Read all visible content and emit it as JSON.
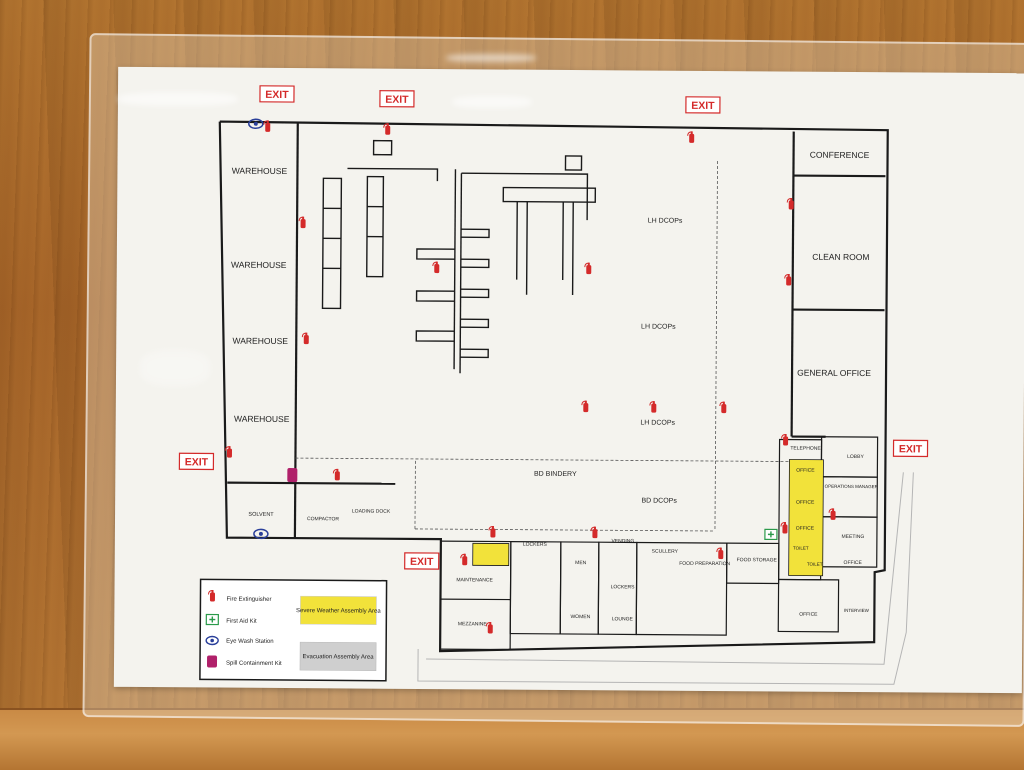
{
  "exits": {
    "label": "EXIT"
  },
  "rooms": {
    "warehouse": "WAREHOUSE",
    "conference": "CONFERENCE",
    "clean_room": "CLEAN ROOM",
    "general_office": "GENERAL OFFICE",
    "lh_dcops": "LH DCOPs",
    "bd_bindery": "BD BINDERY",
    "bd_dcops": "BD DCOPs",
    "telephone": "TELEPHONE",
    "lobby": "LOBBY",
    "operations_manager": "OPERATIONS MANAGER",
    "office": "OFFICE",
    "meeting": "MEETING",
    "interview": "INTERVIEW",
    "toilet": "TOILET",
    "solvent": "SOLVENT",
    "compactor": "COMPACTOR",
    "loading_dock": "LOADING DOCK",
    "maintenance": "MAINTENANCE",
    "mezzanine": "MEZZANINE",
    "lockers": "LOCKERS",
    "men": "MEN",
    "women": "WOMEN",
    "lounge": "LOUNGE",
    "vending": "VENDING",
    "scullery": "SCULLERY",
    "food_preparation": "FOOD PREPARATION",
    "food_storage": "FOOD STORAGE"
  },
  "legend": {
    "fire_extinguisher": "Fire Extinguisher",
    "first_aid_kit": "First Aid Kit",
    "eye_wash_station": "Eye Wash Station",
    "spill_containment_kit": "Spill Containment Kit",
    "severe_weather": "Severe Weather Assembly Area",
    "evacuation": "Evacuation Assembly Area"
  },
  "colors": {
    "exit_red": "#d42a2a",
    "extinguisher_red": "#d42a2a",
    "assembly_yellow": "#f2e23a",
    "wall": "#1a1a1a",
    "eye_wash_blue": "#2a3f9a",
    "spill_magenta": "#b0206a",
    "first_aid_green": "#2a9a4a"
  },
  "icons": [
    "fire-extinguisher-icon",
    "first-aid-icon",
    "eye-wash-icon",
    "spill-kit-icon"
  ]
}
